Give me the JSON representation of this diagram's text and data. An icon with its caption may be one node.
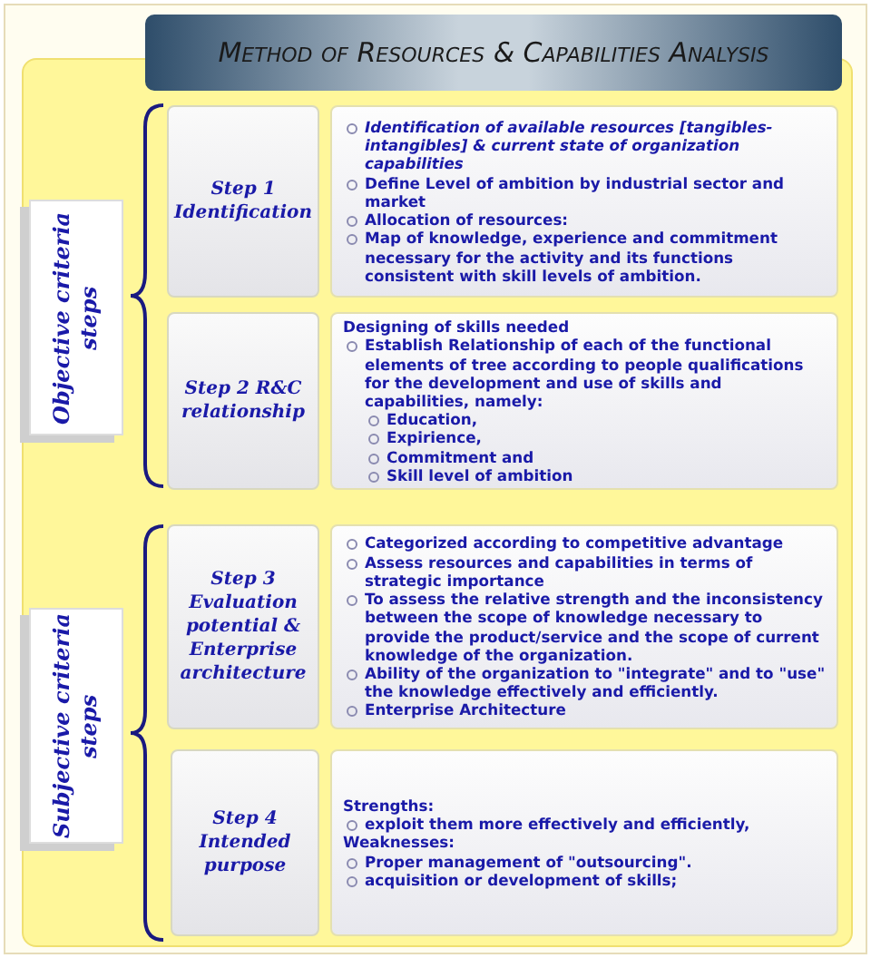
{
  "diagram": {
    "title": "Method of Resources & Capabilities Analysis",
    "nodes": [
      {
        "text": [
          "Objective criteria steps"
        ]
      },
      {
        "text": [
          "Step 1 Identification"
        ]
      },
      {
        "text": [
          "Identification of available resources [tangibles-intangibles] & current state of organization capabilities",
          "Define Level of ambition by industrial sector and market",
          "Allocation of resources:",
          "Map of knowledge, experience and commitment necessary for the activity and its functions consistent with skill levels of ambition."
        ]
      },
      {
        "text": [
          "Step 2 R&C relationship"
        ]
      },
      {
        "text": [
          "Designing of skills needed",
          "Establish Relationship of each of the functional elements of tree  according to people qualifications for the development and use of skills and capabilities, namely:",
          "Education,",
          "Expirience,",
          "Commitment and",
          "Skill level of ambition"
        ]
      },
      {
        "text": [
          "Subjective criteria steps"
        ]
      },
      {
        "text": [
          "Step 3 Evaluation potential & Enterprise architecture"
        ]
      },
      {
        "text": [
          "Categorized according to  competitive advantage",
          "Assess resources and capabilities in terms of strategic importance",
          "To assess the relative strength and the inconsistency between the scope of knowledge necessary to provide the product/service and the scope of current knowledge of the organization.",
          "Ability of the organization to \"integrate\" and to \"use\" the knowledge effectively and efficiently.",
          "Enterprise Architecture"
        ]
      },
      {
        "text": [
          "Step 4 Intended purpose"
        ]
      },
      {
        "text": [
          "Strengths:",
          "exploit them more effectively and efficiently,",
          "Weaknesses:",
          "Proper management of \"outsourcing\".",
          "acquisition or development of skills;"
        ]
      }
    ],
    "edges": []
  }
}
